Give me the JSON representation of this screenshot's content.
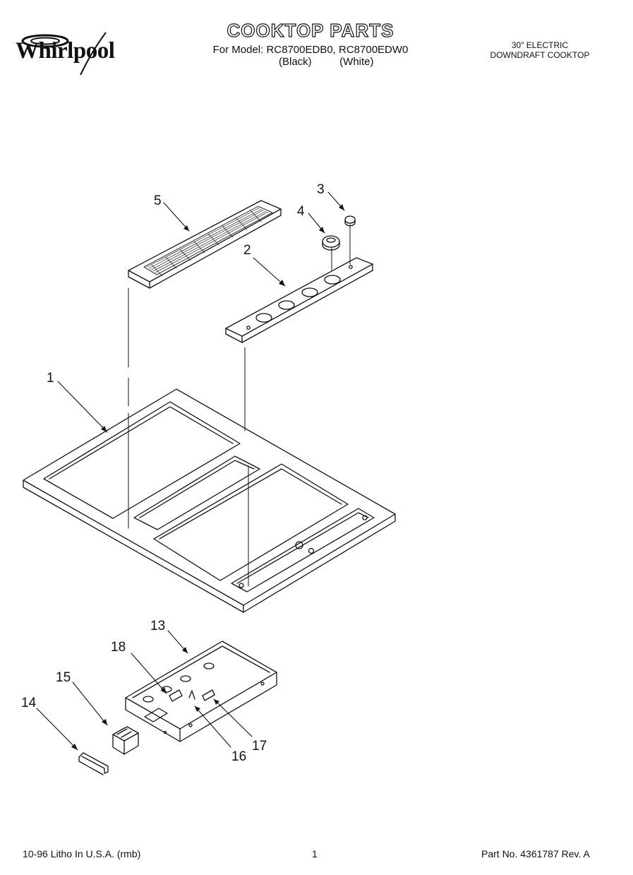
{
  "header": {
    "brand": "Whirlpool",
    "title": "COOKTOP PARTS",
    "model_line": "For Model: RC8700EDB0, RC8700EDW0",
    "variant_black": "(Black)",
    "variant_white": "(White)",
    "desc_line1": "30\" ELECTRIC",
    "desc_line2": "DOWNDRAFT COOKTOP"
  },
  "callouts": [
    "1",
    "2",
    "3",
    "4",
    "5",
    "13",
    "14",
    "15",
    "16",
    "17",
    "18"
  ],
  "footer": {
    "left": "10-96 Litho In U.S.A. (rmb)",
    "page": "1",
    "right": "Part No. 4361787 Rev. A"
  }
}
